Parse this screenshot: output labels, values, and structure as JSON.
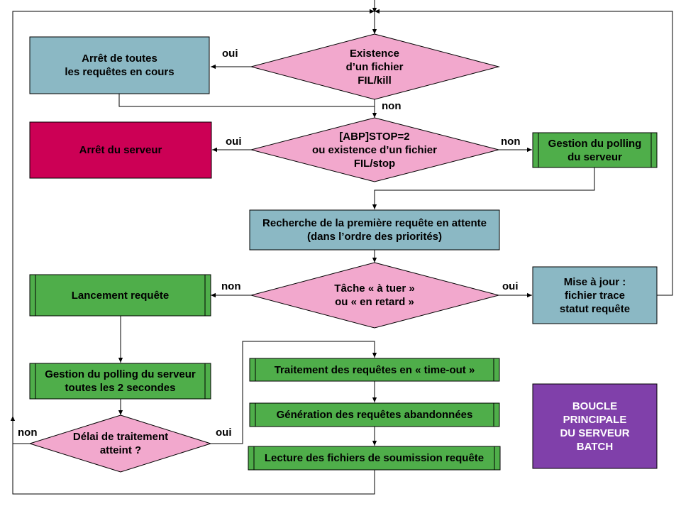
{
  "colors": {
    "blue": "#8bb8c4",
    "pink": "#f2a8cd",
    "green": "#4fae4a",
    "crimson": "#cc0055",
    "purple": "#8040aa",
    "line": "#000000"
  },
  "nodes": {
    "stop_requests": "Arrêt de toutes\nles requêtes en cours",
    "kill_check": "Existence\nd’un fichier\nFIL/kill",
    "server_stop": "Arrêt du serveur",
    "stop_check": "[ABP]STOP=2\nou existence d’un fichier\nFIL/stop",
    "polling_top": "Gestion du polling\ndu serveur",
    "search_request": "Recherche de la première requête en attente\n(dans l’ordre des priorités)",
    "launch_request": "Lancement requête",
    "task_check": "Tâche « à tuer »\nou « en retard »",
    "update_trace": "Mise à jour :\nfichier trace\nstatut requête",
    "polling_2s": "Gestion du polling du serveur\ntoutes les 2 secondes",
    "timeout_processing": "Traitement des requêtes en « time-out »",
    "abandoned_generation": "Génération des requêtes abandonnées",
    "delay_check": "Délai de traitement\natteint ?",
    "submission_reading": "Lecture des fichiers de soumission requête",
    "title_box": "BOUCLE\nPRINCIPALE\nDU SERVEUR\nBATCH"
  },
  "edges": {
    "kill_yes": "oui",
    "kill_no": "non",
    "stop_yes": "oui",
    "stop_no": "non",
    "task_no": "non",
    "task_yes": "oui",
    "delay_no": "non",
    "delay_yes": "oui"
  }
}
